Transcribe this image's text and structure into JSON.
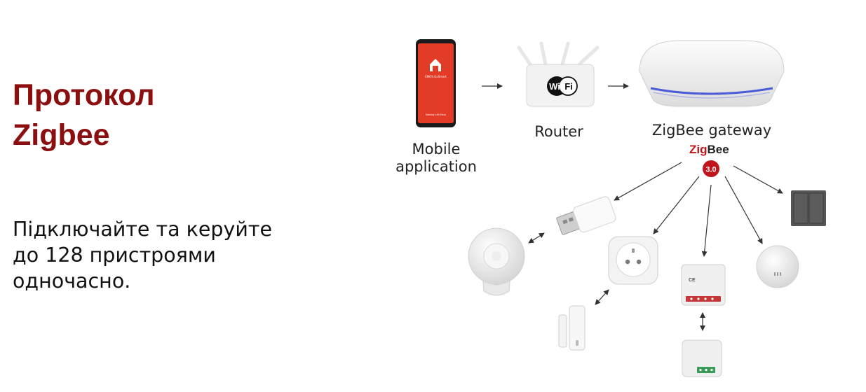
{
  "heading": {
    "line1": "Протокол",
    "line2": "Zigbee"
  },
  "description": {
    "line1": "Підключайте та керуйте",
    "line2": "до 128 пристроями",
    "line3": "одночасно."
  },
  "diagram": {
    "mobile_label_1": "Mobile",
    "mobile_label_2": "application",
    "router_label": "Router",
    "gateway_label": "ZigBee gateway",
    "zigbee_logo_zig": "Zig",
    "zigbee_logo_bee": "Bee",
    "zigbee_version": "3.0",
    "wifi_badge_wi": "Wi",
    "wifi_badge_fi": "Fi",
    "phone_brand": "EMOS GoSmart",
    "phone_tagline": "Making Life Easy"
  },
  "colors": {
    "heading": "#8b0f0f",
    "brand_red": "#e23b26",
    "zigbee_red": "#c0151b",
    "gateway_glow": "#4a5bd8"
  }
}
